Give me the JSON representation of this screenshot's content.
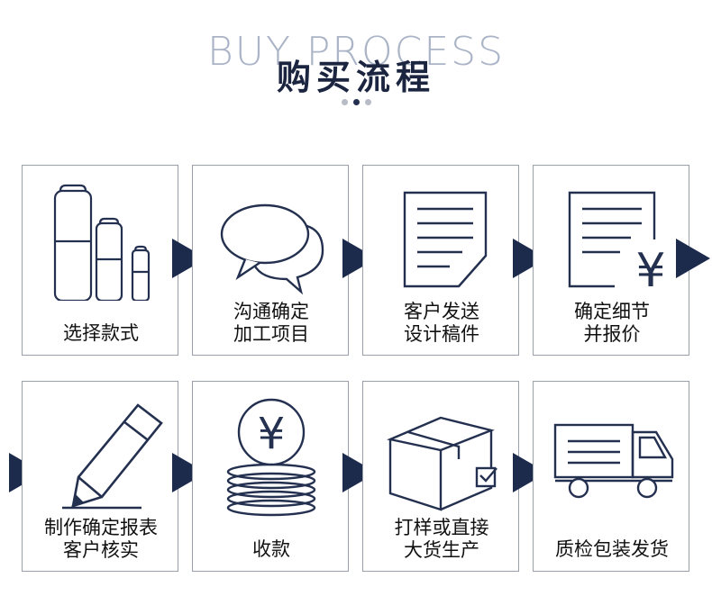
{
  "header": {
    "title_en": "BUY PROCESS",
    "title_cn": "购买流程"
  },
  "steps": [
    {
      "icon": "bottles-icon",
      "lines": [
        "选择款式"
      ]
    },
    {
      "icon": "chat-bubbles-icon",
      "lines": [
        "沟通确定",
        "加工项目"
      ]
    },
    {
      "icon": "document-icon",
      "lines": [
        "客户发送",
        "设计稿件"
      ]
    },
    {
      "icon": "price-document-icon",
      "lines": [
        "确定细节",
        "并报价"
      ]
    },
    {
      "icon": "pencil-icon",
      "lines": [
        "制作确定报表",
        "客户核实"
      ]
    },
    {
      "icon": "yen-coins-icon",
      "lines": [
        "收款"
      ]
    },
    {
      "icon": "package-box-icon",
      "lines": [
        "打样或直接",
        "大货生产"
      ]
    },
    {
      "icon": "delivery-truck-icon",
      "lines": [
        "质检包装发货"
      ]
    }
  ],
  "colors": {
    "accent": "#1c2a4c",
    "line": "#24304f",
    "subtitle": "#aab4c6"
  },
  "symbols": {
    "yen": "¥"
  }
}
